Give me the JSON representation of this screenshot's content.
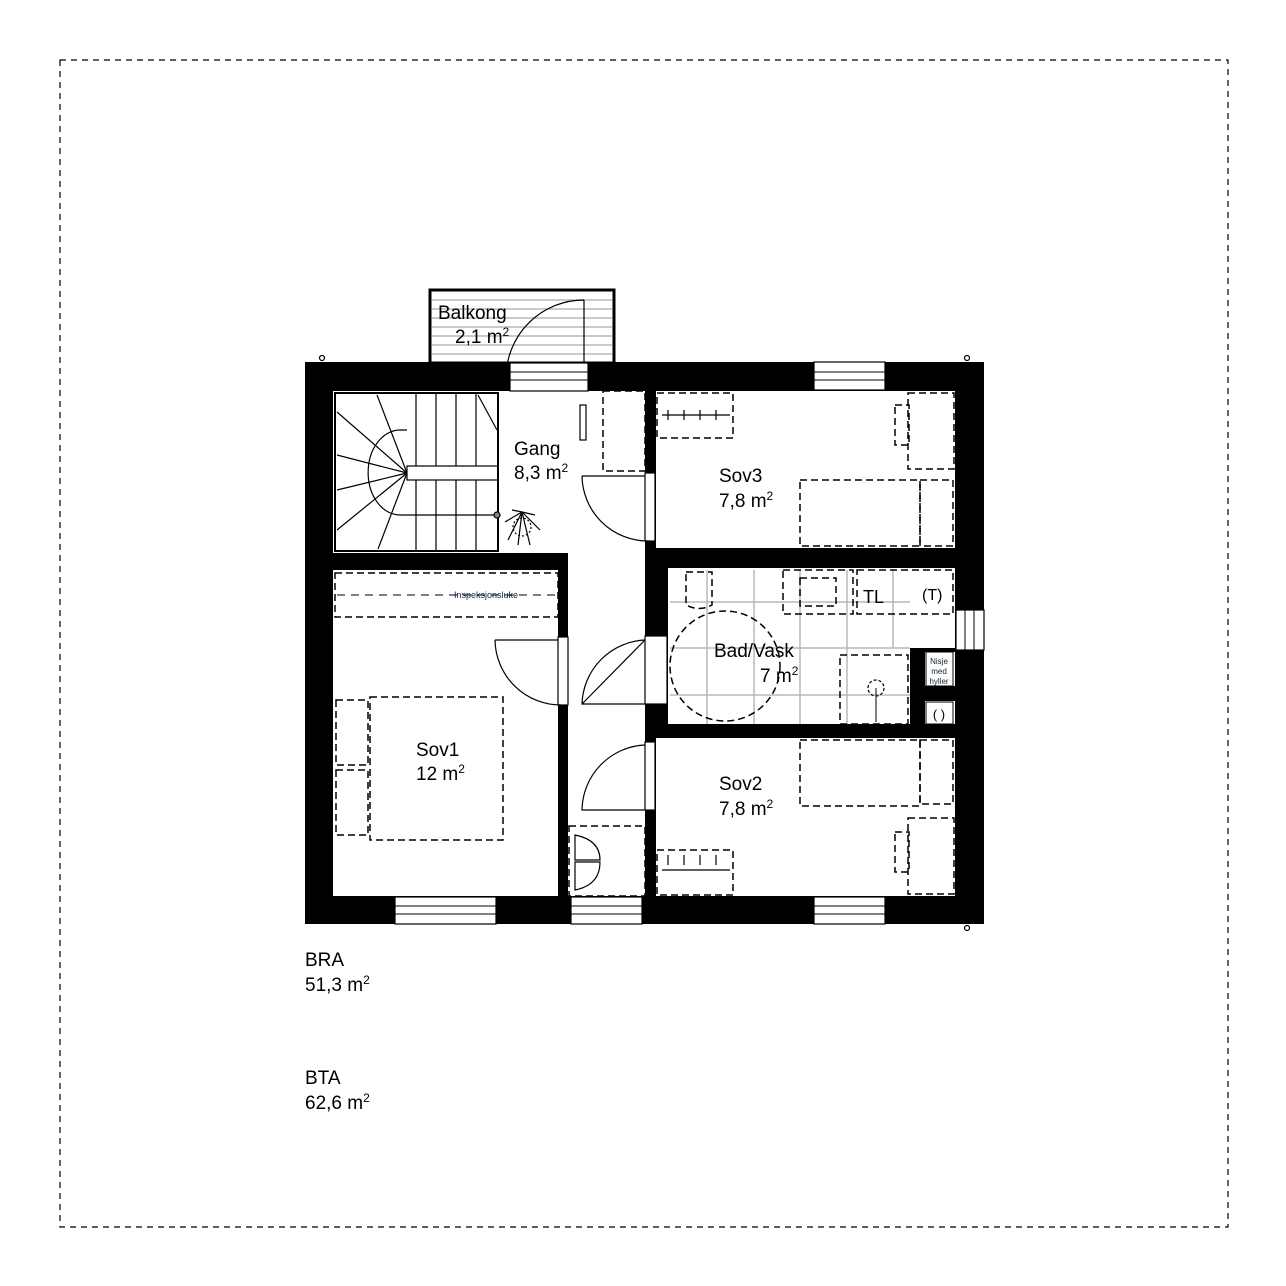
{
  "rooms": {
    "balkong": {
      "name": "Balkong",
      "area": "2,1 m",
      "unit_sup": "2"
    },
    "gang": {
      "name": "Gang",
      "area": "8,3 m",
      "unit_sup": "2"
    },
    "sov3": {
      "name": "Sov3",
      "area": "7,8 m",
      "unit_sup": "2"
    },
    "bad": {
      "name": "Bad/Vask",
      "area": "7 m",
      "unit_sup": "2"
    },
    "sov2": {
      "name": "Sov2",
      "area": "7,8 m",
      "unit_sup": "2"
    },
    "sov1": {
      "name": "Sov1",
      "area": "12 m",
      "unit_sup": "2"
    }
  },
  "annotations": {
    "inspection_hatch": "Inspeksjonsluke",
    "niche_line1": "Nisje",
    "niche_line2": "med",
    "niche_line3": "hyller"
  },
  "totals": {
    "bra_label": "BRA",
    "bra_value": "51,3 m",
    "bra_sup": "2",
    "bta_label": "BTA",
    "bta_value": "62,6 m",
    "bta_sup": "2"
  }
}
